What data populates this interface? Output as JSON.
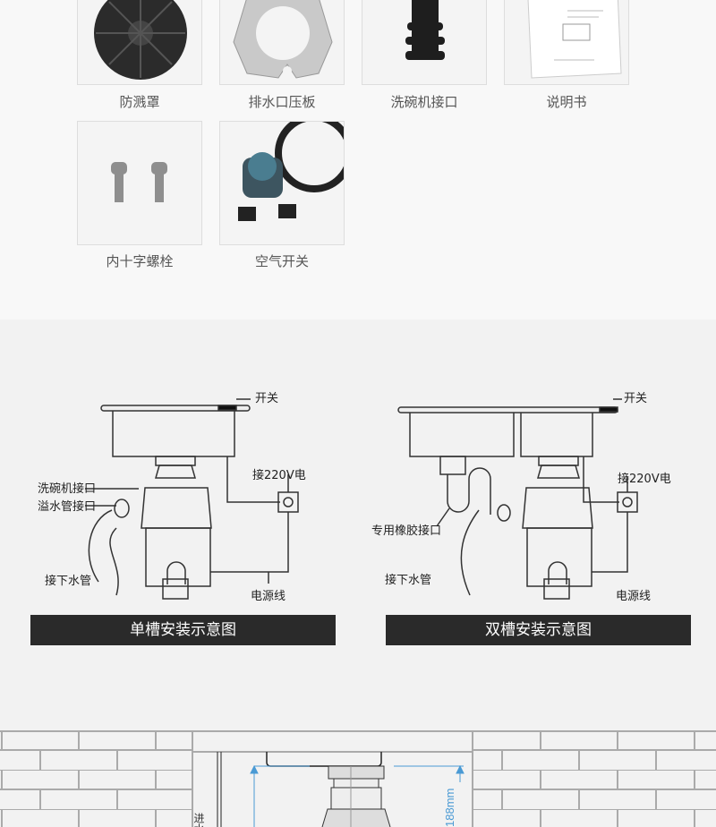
{
  "accessories": [
    {
      "label": "防溅罩",
      "icon": "splash-guard-icon"
    },
    {
      "label": "排水口压板",
      "icon": "drain-plate-icon"
    },
    {
      "label": "洗碗机接口",
      "icon": "dishwasher-connector-icon"
    },
    {
      "label": "说明书",
      "icon": "manual-icon"
    },
    {
      "label": "内十字螺栓",
      "icon": "bolt-icon"
    },
    {
      "label": "空气开关",
      "icon": "air-switch-icon"
    }
  ],
  "single_sink": {
    "title": "单槽安装示意图",
    "labels": {
      "switch": "开关",
      "power_in": "接220V电",
      "dishwasher": "洗碗机接口",
      "overflow": "溢水管接口",
      "drain": "接下水管",
      "cable": "电源线"
    }
  },
  "double_sink": {
    "title": "双槽安装示意图",
    "labels": {
      "switch": "开关",
      "power_in": "接220V电",
      "rubber": "专用橡胶接口",
      "drain": "接下水管",
      "cable": "电源线"
    }
  },
  "dimension": {
    "height": "188mm",
    "side_label": "进水"
  }
}
